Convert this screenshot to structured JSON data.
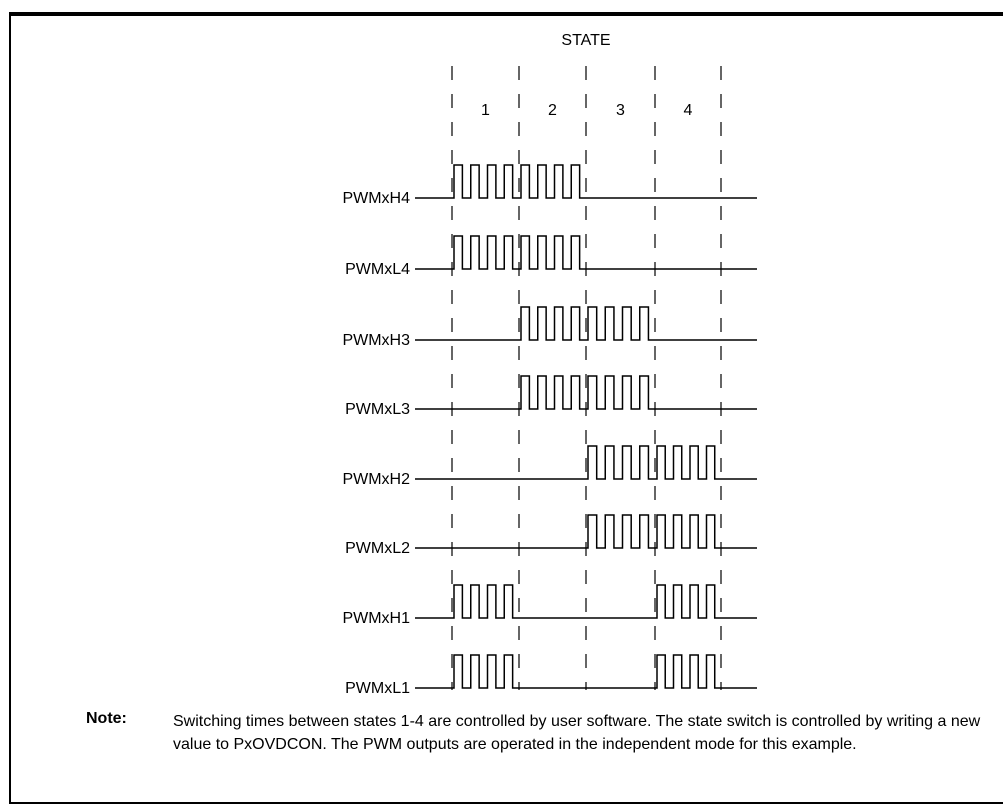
{
  "title": "STATE",
  "states": [
    "1",
    "2",
    "3",
    "4"
  ],
  "signals": [
    {
      "label": "PWMxH4",
      "active_states": [
        1,
        2
      ]
    },
    {
      "label": "PWMxL4",
      "active_states": [
        1,
        2
      ]
    },
    {
      "label": "PWMxH3",
      "active_states": [
        2,
        3
      ]
    },
    {
      "label": "PWMxL3",
      "active_states": [
        2,
        3
      ]
    },
    {
      "label": "PWMxH2",
      "active_states": [
        3,
        4
      ]
    },
    {
      "label": "PWMxL2",
      "active_states": [
        3,
        4
      ]
    },
    {
      "label": "PWMxH1",
      "active_states": [
        1,
        4
      ]
    },
    {
      "label": "PWMxL1",
      "active_states": [
        1,
        4
      ]
    }
  ],
  "pulses_per_state": 4,
  "note": {
    "title": "Note:",
    "text": "Switching times between states 1-4 are controlled by user software. The state switch is controlled by writing a new value to PxOVDCON. The PWM outputs are operated in the independent mode for this example."
  }
}
